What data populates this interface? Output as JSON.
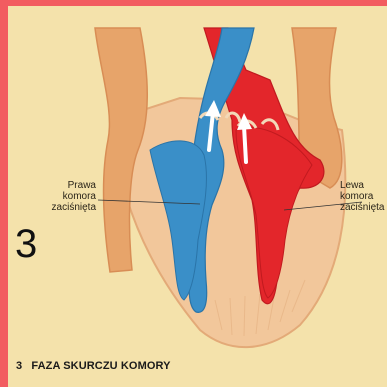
{
  "colors": {
    "background": "#f4e2ab",
    "frame": "#f25c60",
    "oxygen_poor_blood": "#3a8fc8",
    "oxygen_rich_blood": "#e3262b",
    "heart_wall": "#f2c79b",
    "vessel_wall": "#e7a46a"
  },
  "labels": {
    "right_ventricle": [
      "Prawa",
      "komora",
      "zaciśnięta"
    ],
    "left_ventricle": [
      "Lewa",
      "komora",
      "zaciśnięta"
    ]
  },
  "figure_number": "3",
  "caption": {
    "number": "3",
    "title": "FAZA SKURCZU KOMORY"
  },
  "icons": [
    "white-arrow-icon",
    "white-arrow-icon"
  ]
}
